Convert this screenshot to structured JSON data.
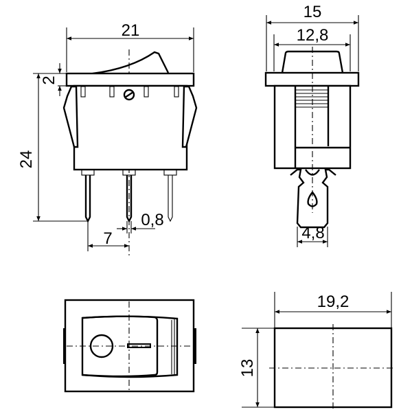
{
  "drawing": {
    "front_view": {
      "width_label": "21",
      "flange_label": "2",
      "height_label": "24",
      "pitch_label": "7",
      "pin_label": "0,8"
    },
    "side_view": {
      "outer_label": "15",
      "inner_label": "12,8",
      "terminal_label": "4,8"
    },
    "top_view": {},
    "cutout_view": {
      "width_label": "19,2",
      "height_label": "13"
    },
    "colors": {
      "line": "#000000",
      "background": "#ffffff"
    }
  }
}
